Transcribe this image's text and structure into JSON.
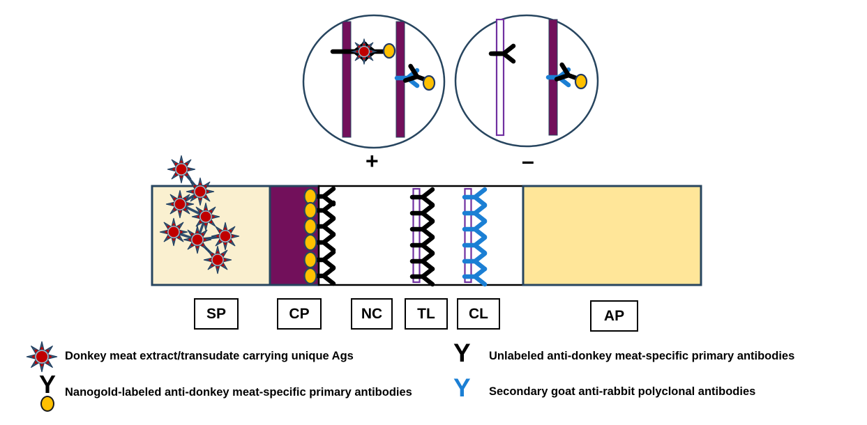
{
  "figure": {
    "description": "Lateral flow immunoassay test strip schematic for donkey meat detection",
    "results": {
      "positive": "+",
      "negative": "–"
    },
    "strip": {
      "zones": [
        {
          "code": "SP"
        },
        {
          "code": "CP"
        },
        {
          "code": "NC"
        },
        {
          "code": "TL"
        },
        {
          "code": "CL"
        },
        {
          "code": "AP"
        }
      ]
    },
    "legend": {
      "items": [
        {
          "icon": "antigen-star-icon",
          "label": "Donkey meat extract/transudate carrying unique Ags"
        },
        {
          "icon": "nanogold-antibody-icon",
          "glyph": "Y",
          "label": "Nanogold-labeled anti-donkey meat-specific primary antibodies"
        },
        {
          "icon": "unlabeled-antibody-icon",
          "glyph": "Y",
          "label": "Unlabeled anti-donkey meat-specific primary antibodies"
        },
        {
          "icon": "secondary-antibody-icon",
          "glyph": "Y",
          "label": "Secondary goat anti-rabbit polyclonal antibodies"
        }
      ]
    },
    "colors": {
      "membrane_line_maroon": "#72105b",
      "line_outline_purple": "#7030a0",
      "nanogold_yellow": "#ffc000",
      "secondary_antibody_blue": "#1b7fd4",
      "antigen_star_body": "#3a5774",
      "antigen_star_center": "#c00000",
      "sample_pad_cream": "#faf0d0",
      "absorbent_pad_gold": "#ffe699",
      "strip_border_navy": "#24415e"
    }
  }
}
